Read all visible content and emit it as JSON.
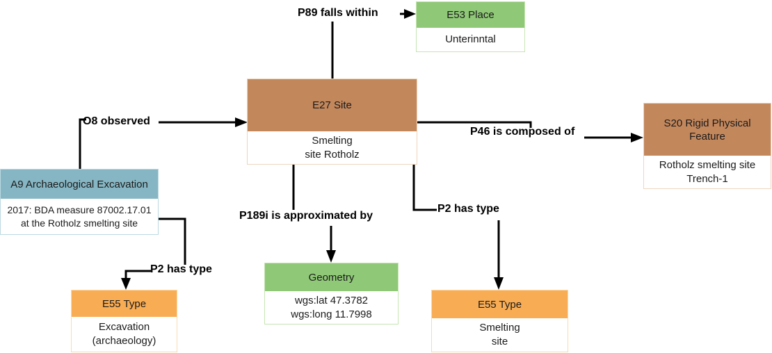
{
  "title": "CIDOC-CRM diagram of the Rotholz smelting site excavation",
  "colors": {
    "green": "#8FC877",
    "green_border": "#C6E5B2",
    "brown": "#C3875C",
    "brown_border": "#EDD5BD",
    "blue": "#86B6C3",
    "blue_border": "#BBD9E1",
    "orange": "#F8AC54",
    "orange_border": "#FCDAAC",
    "edge": "#000000",
    "text": "#1A1A1A"
  },
  "nodes": {
    "place": {
      "header": "E53 Place",
      "body": [
        "Unterinntal"
      ]
    },
    "site": {
      "header": "E27 Site",
      "body": [
        "Smelting",
        "site Rotholz"
      ]
    },
    "excavation": {
      "header": "A9 Archaeological Excavation",
      "body": [
        "2017: BDA measure 87002.17.01",
        "at the Rotholz smelting site"
      ]
    },
    "feature": {
      "header": [
        "S20 Rigid Physical",
        "Feature"
      ],
      "body": [
        "Rotholz smelting site",
        "Trench-1"
      ]
    },
    "type_excavation": {
      "header": "E55 Type",
      "body": [
        "Excavation",
        "(archaeology)"
      ]
    },
    "geometry": {
      "header": "Geometry",
      "body": [
        "wgs:lat 47.3782",
        "wgs:long 11.7998"
      ]
    },
    "type_smelting": {
      "header": "E55 Type",
      "body": [
        "Smelting",
        "site"
      ]
    }
  },
  "edges": {
    "p89": {
      "label": "P89 falls within",
      "from": "E27 Site",
      "to": "E53 Place"
    },
    "o8": {
      "label": "O8 observed",
      "from": "A9 Archaeological Excavation",
      "to": "E27 Site"
    },
    "p46": {
      "label": "P46 is composed of",
      "from": "E27 Site",
      "to": "S20 Rigid Physical Feature"
    },
    "p189i": {
      "label": "P189i is approximated by",
      "from": "E27 Site",
      "to": "Geometry"
    },
    "p2_left": {
      "label": "P2 has type",
      "from": "A9 Archaeological Excavation",
      "to": "E55 Type"
    },
    "p2_right": {
      "label": "P2 has type",
      "from": "E27 Site",
      "to": "E55 Type"
    }
  }
}
